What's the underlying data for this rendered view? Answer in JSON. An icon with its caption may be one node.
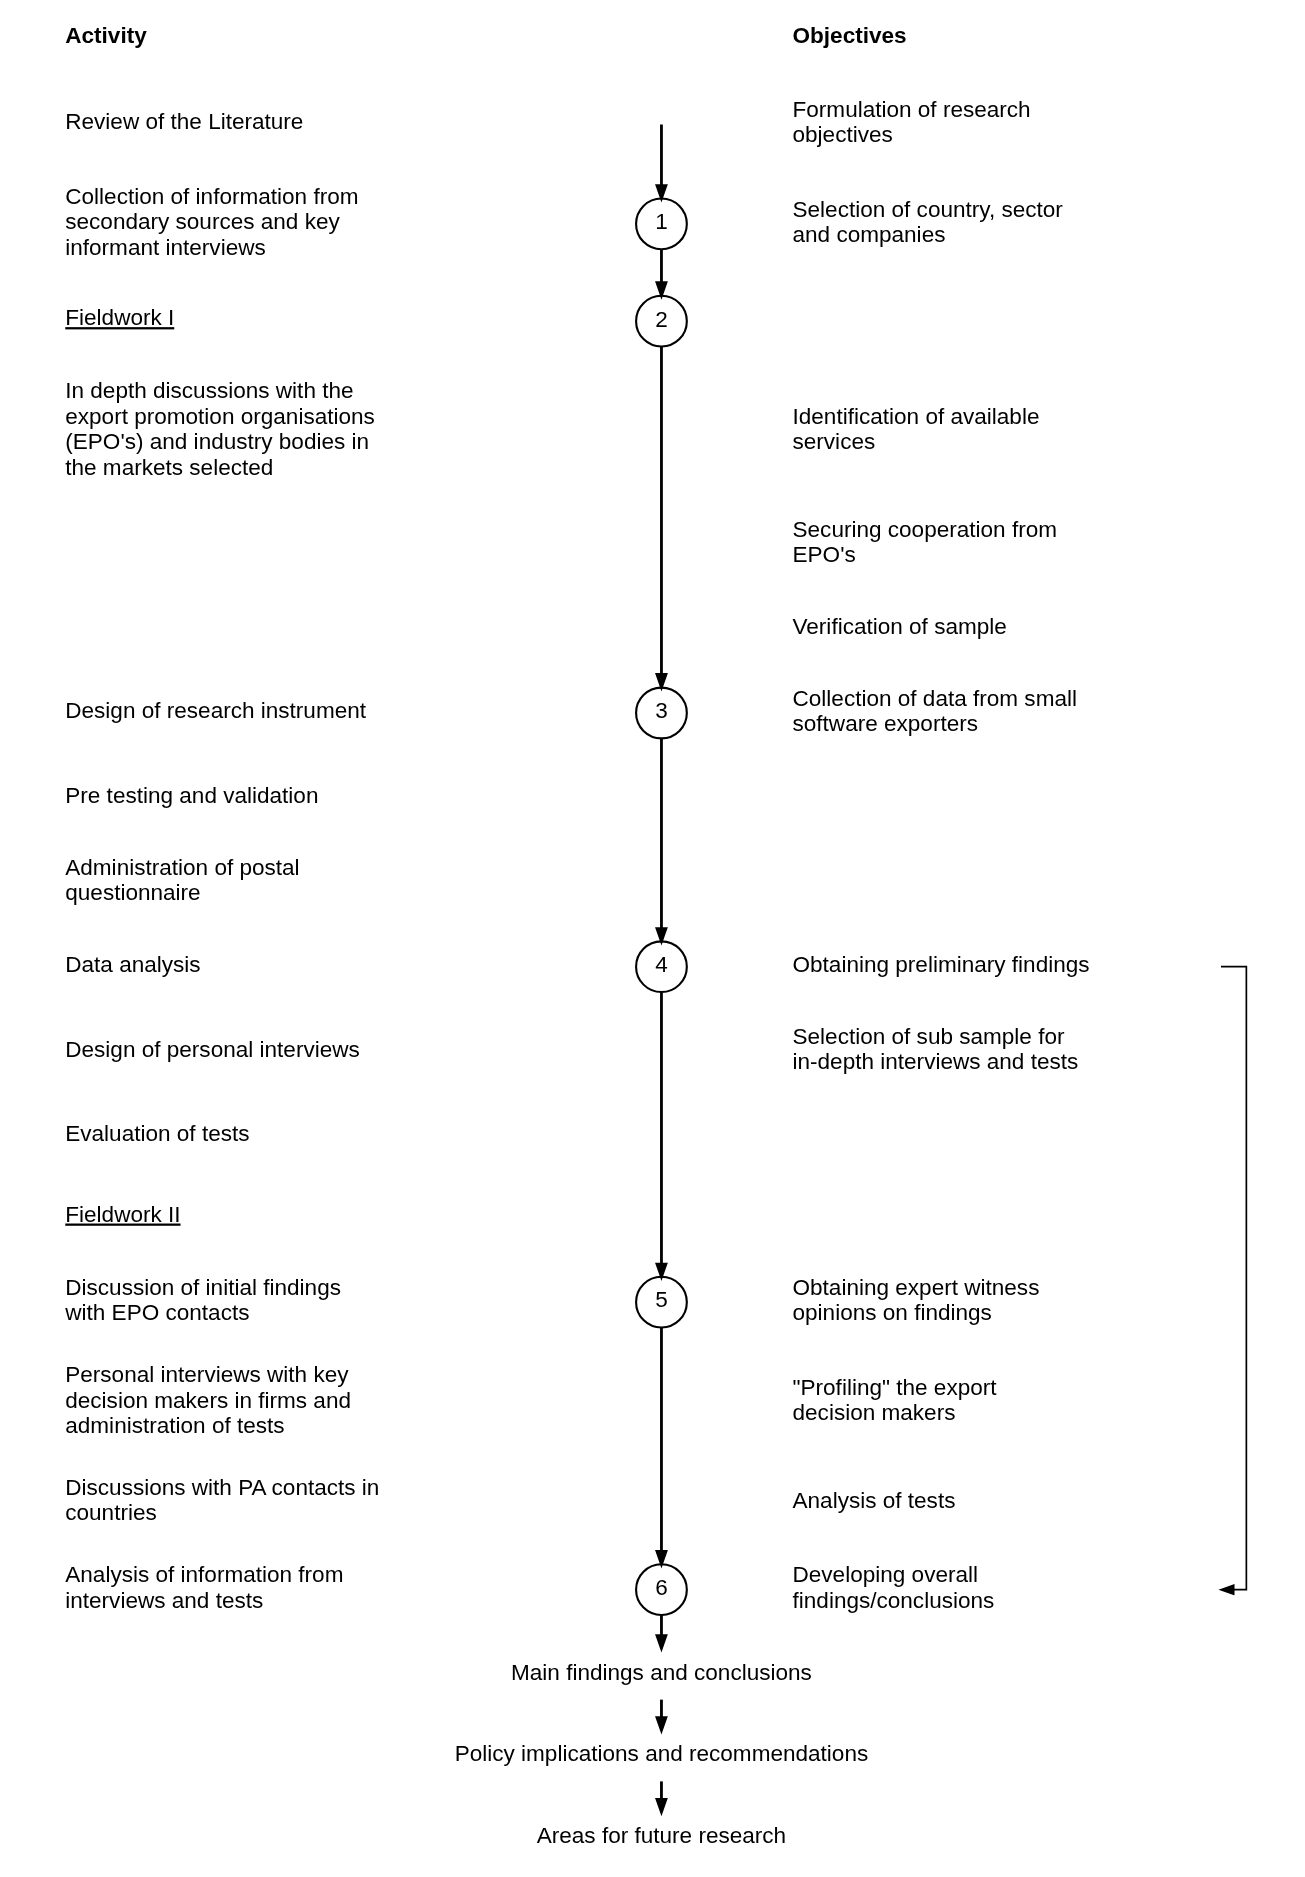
{
  "diagram": {
    "nodes": [
      {
        "text": [
          "1"
        ]
      },
      {
        "text": [
          "2"
        ]
      },
      {
        "text": [
          "3"
        ]
      },
      {
        "text": [
          "4"
        ]
      },
      {
        "text": [
          "Obtaining preliminary findings"
        ]
      },
      {
        "text": [
          "5"
        ]
      },
      {
        "text": [
          "6"
        ]
      },
      {
        "text": [
          "Developing overall findings/conclusions"
        ]
      },
      {
        "text": [
          "Main findings and conclusions"
        ]
      },
      {
        "text": [
          "Policy implications and recommendations"
        ]
      },
      {
        "text": [
          "Areas for future research"
        ]
      }
    ],
    "edges": [
      {
        "from": null,
        "to": 0,
        "arrow": "to"
      },
      {
        "from": 0,
        "to": 1,
        "arrow": "to"
      },
      {
        "from": 1,
        "to": 2,
        "arrow": "to"
      },
      {
        "from": 2,
        "to": 3,
        "arrow": "to"
      },
      {
        "from": 3,
        "to": 5,
        "arrow": "to"
      },
      {
        "from": 5,
        "to": 6,
        "arrow": "to"
      },
      {
        "from": 6,
        "to": 8,
        "arrow": "to"
      },
      {
        "from": 8,
        "to": 9,
        "arrow": "to"
      },
      {
        "from": 9,
        "to": 10,
        "arrow": "to"
      },
      {
        "from": 4,
        "to": 7,
        "arrow": "to"
      }
    ],
    "labels": [
      "Activity",
      "Objectives",
      "Review of the Literature",
      "Formulation of research objectives",
      "Collection of information from secondary sources and key informant interviews",
      "Selection of country, sector and companies",
      "Fieldwork I",
      "In depth discussions with the export promotion organisations (EPO's) and industry bodies in the markets selected",
      "Identification of available services",
      "Securing cooperation from EPO's",
      "Verification of sample",
      "Design of research instrument",
      "Collection of data from small software exporters",
      "Pre testing and validation",
      "Administration of postal questionnaire",
      "Data analysis",
      "Design of personal interviews",
      "Selection of sub sample for in-depth interviews and tests",
      "Evaluation of tests",
      "Fieldwork II",
      "Discussion of initial findings with EPO contacts",
      "Obtaining expert witness opinions on findings",
      "Personal interviews with key decision makers in firms and administration of tests",
      "\"Profiling\" the export decision makers",
      "Discussions with PA contacts in countries",
      "Analysis of tests",
      "Analysis of information from interviews and tests"
    ]
  }
}
